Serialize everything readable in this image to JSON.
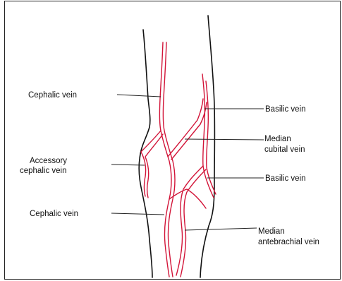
{
  "figure": {
    "labels": {
      "cephalic_upper": "Cephalic vein",
      "accessory_line1": "Accessory",
      "accessory_line2": "cephalic vein",
      "cephalic_lower": "Cephalic vein",
      "basilic_upper": "Basilic vein",
      "median_cubital_line1": "Median",
      "median_cubital_line2": "cubital vein",
      "basilic_lower": "Basilic vein",
      "median_antebrachial_line1": "Median",
      "median_antebrachial_line2": "antebrachial vein"
    },
    "colors": {
      "vein": "#d21438",
      "outline": "#111111",
      "background": "#ffffff"
    }
  }
}
